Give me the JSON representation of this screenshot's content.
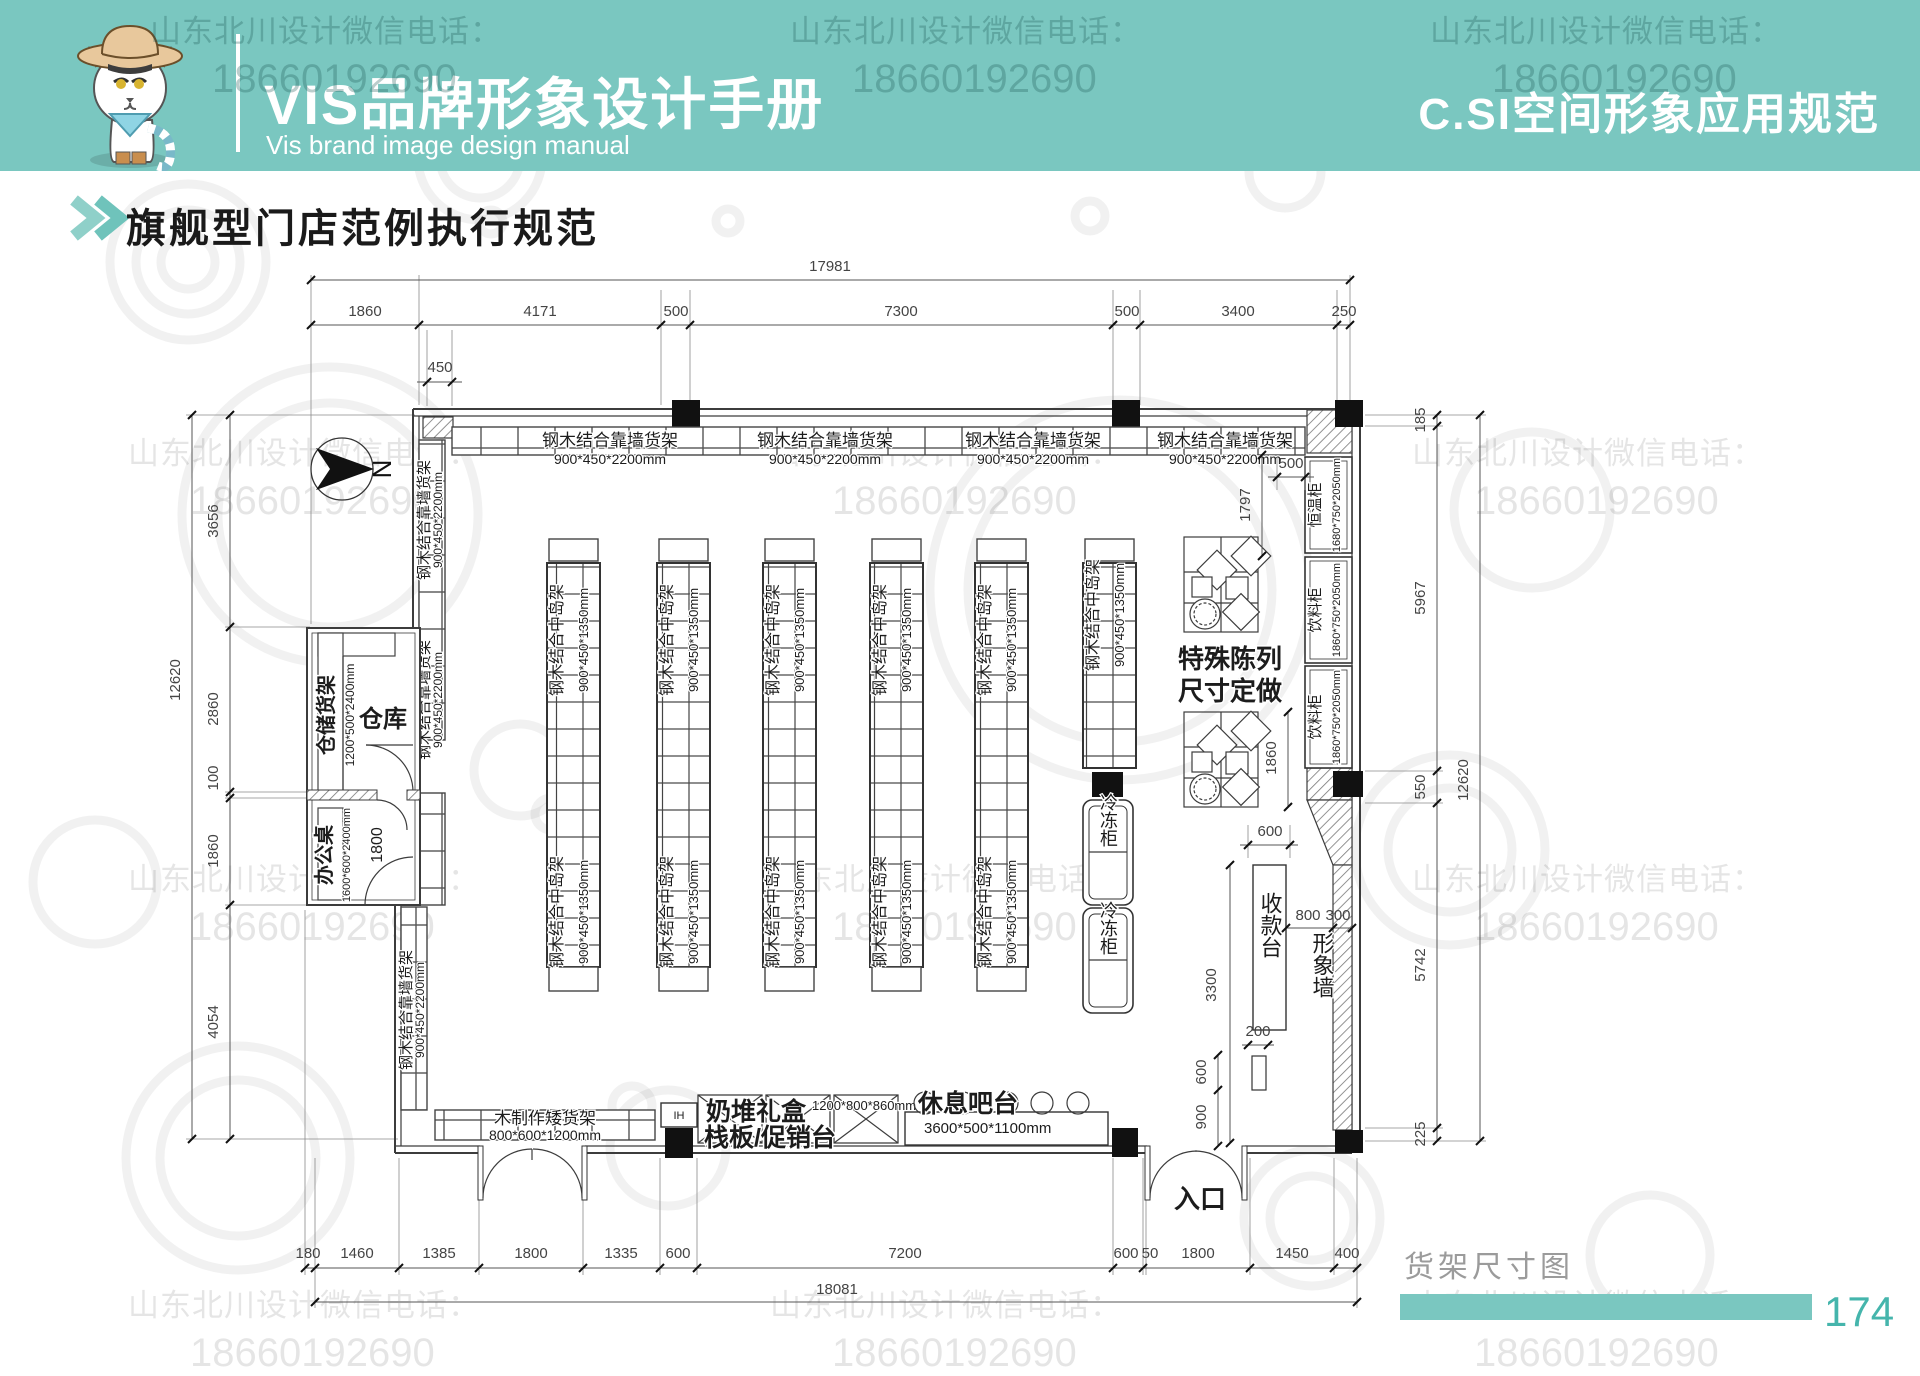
{
  "header": {
    "title": "VIS品牌形象设计手册",
    "subtitle": "Vis brand image design manual",
    "right_title": "C.SI空间形象应用规范"
  },
  "watermark": {
    "line1": "山东北川设计微信电话：",
    "line2": "18660192690"
  },
  "section": {
    "heading": "旗舰型门店范例执行规范"
  },
  "footer": {
    "caption": "货架尺寸图",
    "page_number": "174"
  },
  "plan": {
    "north_label": "N",
    "dims": {
      "top_total": "17981",
      "top_segments": [
        "1860",
        "4171",
        "500",
        "7300",
        "500",
        "3400",
        "250"
      ],
      "bottom_segments": [
        "180",
        "1460",
        "1385",
        "1800",
        "1335",
        "600",
        "7200",
        "600",
        "50",
        "1800",
        "1450",
        "400"
      ],
      "bottom_total": "18081",
      "left_segments": [
        "3656",
        "2860",
        "100",
        "1860",
        "4054"
      ],
      "left_total": "12620",
      "right_segments": [
        "185",
        "5967",
        "550",
        "5742",
        "225"
      ],
      "right_total": "12620",
      "wall_inset": "450",
      "special_top": "1797",
      "special_gap": "500",
      "special_height": "1860",
      "checkout_length": "3300",
      "checkout_width": "600",
      "checkout_gap": "800",
      "wall_thickness": "300",
      "checkout_lane": "200",
      "exit_clear": "600",
      "exit_width": "900",
      "office_width": "1800"
    },
    "labels": {
      "wall_shelf_name": "钢木结合靠墙货架",
      "wall_shelf_size": "900*450*2200mm",
      "island_name": "钢木结合中岛架",
      "island_size": "900*450*1350mm",
      "storage_name": "仓储货架",
      "storage_size": "1200*500*2400mm",
      "warehouse": "仓库",
      "desk_name": "办公桌",
      "desk_size": "1600*600*2400mm",
      "cabinet1_name": "恒温柜",
      "cabinet1_size": "1680*750*2050mm",
      "cabinet2_name": "饮料柜",
      "cabinet2_size": "1860*750*2050mm",
      "cabinet3_name": "饮料柜",
      "cabinet3_size": "1860*750*2050mm",
      "freezer": "冷冻柜",
      "special_line1": "特殊陈列",
      "special_line2": "尺寸定做",
      "checkout": "收款台",
      "image_wall": "形象墙",
      "entrance": "入口",
      "low_shelf_name": "木制作矮货架",
      "low_shelf_size": "800*600*1200mm",
      "milk_line1": "奶堆礼盒",
      "milk_size": "1200*800*860mm",
      "milk_line2": "栈板/促销台",
      "bar_name": "休息吧台",
      "bar_size": "3600*500*1100mm",
      "utility": "IH"
    }
  }
}
